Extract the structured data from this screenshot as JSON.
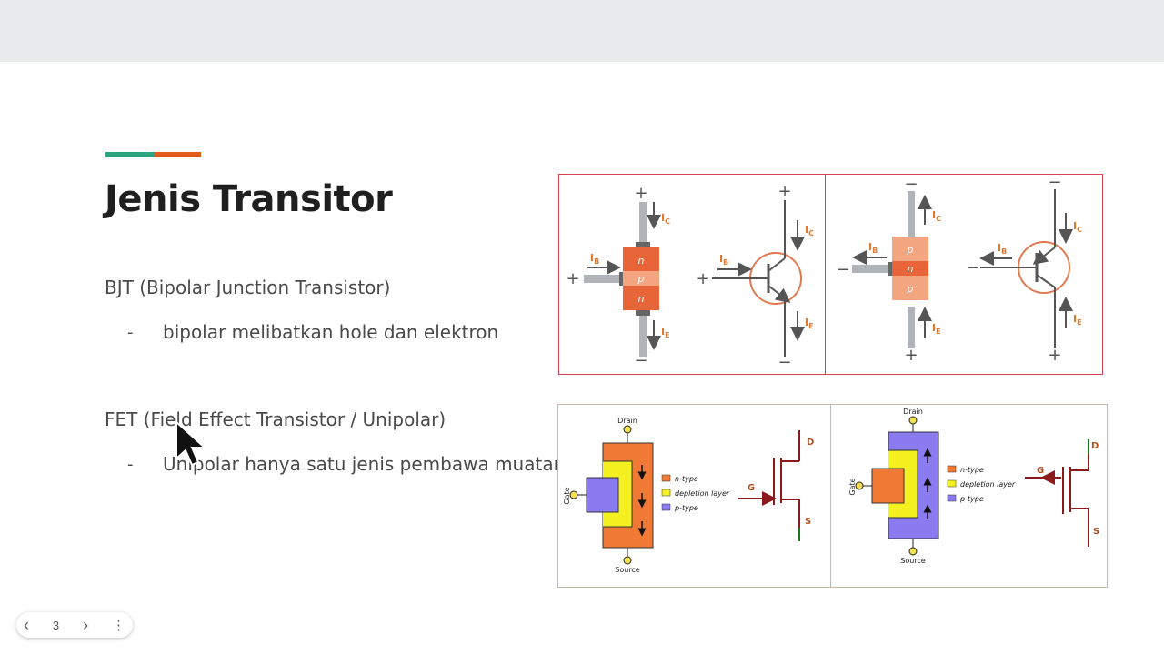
{
  "slide": {
    "title": "Jenis Transitor",
    "accent_colors": [
      "#2aa57f",
      "#e25a1c"
    ],
    "sections": [
      {
        "heading": "BJT (Bipolar Junction Transistor)",
        "bullet_marker": "-",
        "bullet": "bipolar  melibatkan hole dan elektron"
      },
      {
        "heading": "FET (Field Effect Transistor / Unipolar)",
        "bullet_marker": "-",
        "bullet": "Unipolar hanya satu jenis pembawa muatan"
      }
    ]
  },
  "bjt_figure": {
    "npn": {
      "layers": [
        "n",
        "p",
        "n"
      ],
      "plus": "+",
      "minus": "−",
      "ic": "I",
      "ic_sub": "C",
      "ib": "I",
      "ib_sub": "B",
      "ie": "I",
      "ie_sub": "E"
    },
    "pnp": {
      "layers": [
        "p",
        "n",
        "p"
      ],
      "plus": "+",
      "minus": "−",
      "ic": "I",
      "ic_sub": "C",
      "ib": "I",
      "ib_sub": "B",
      "ie": "I",
      "ie_sub": "E"
    }
  },
  "fet_figure": {
    "drain": "Drain",
    "source": "Source",
    "gate": "Gate",
    "legend": [
      "n-type",
      "depletion layer",
      "p-type"
    ],
    "legend_colors": [
      "#f07a35",
      "#f5f020",
      "#8b7bf0"
    ],
    "terminals": {
      "d": "D",
      "g": "G",
      "s": "S"
    }
  },
  "nav": {
    "prev_icon": "‹",
    "page": "3",
    "next_icon": "›",
    "more_icon": "⋮"
  }
}
